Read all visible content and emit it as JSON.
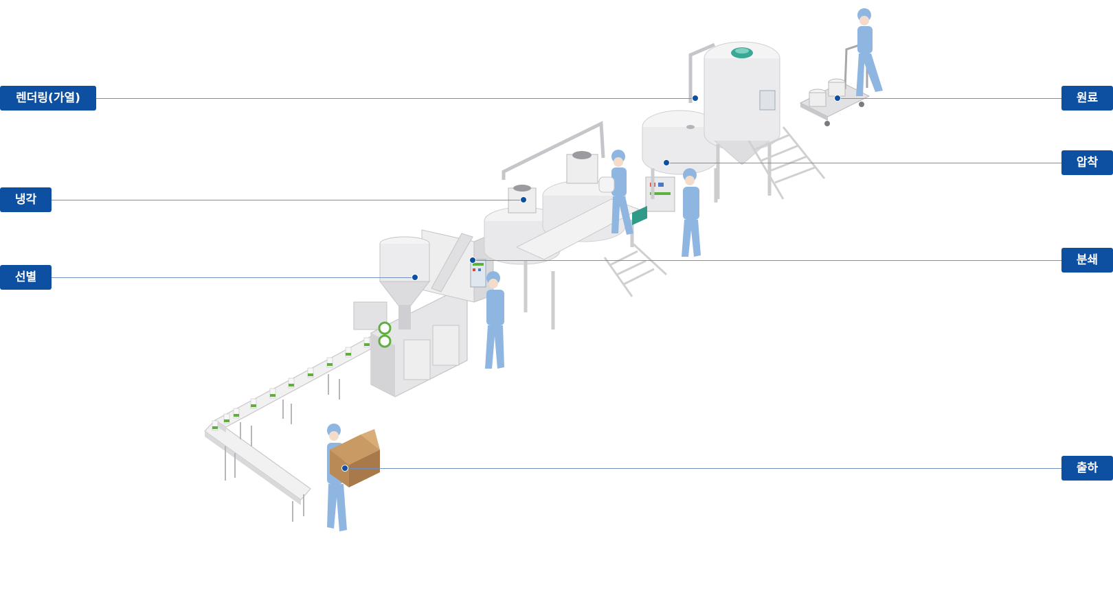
{
  "labels": {
    "rendering": "렌더링(가열)",
    "cooling": "냉각",
    "sorting": "선별",
    "raw_material": "원료",
    "pressing": "압착",
    "crushing": "분쇄",
    "shipping": "출하"
  },
  "colors": {
    "tag_background": "#0d4fa0",
    "tag_text": "#ffffff",
    "leader_line": "#6f8fc0",
    "machine_body": "#e9e9ea",
    "worker_uniform": "#8fb6e0",
    "cargo_box": "#b98a55",
    "product_cap": "#5fae3e"
  }
}
